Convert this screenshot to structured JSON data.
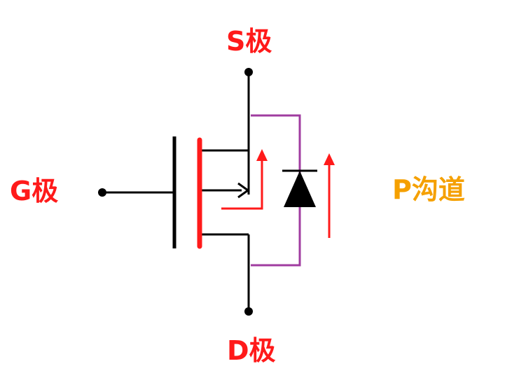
{
  "labels": {
    "source": "S极",
    "gate": "G极",
    "drain": "D极",
    "channel": "P沟道"
  },
  "colors": {
    "label_red": "#ff1a1a",
    "label_orange": "#f5a000",
    "wire": "#000000",
    "gate_plate": "#ff1a1a",
    "diode_loop": "#a03ca0",
    "current_arrow": "#ff1a1a"
  }
}
